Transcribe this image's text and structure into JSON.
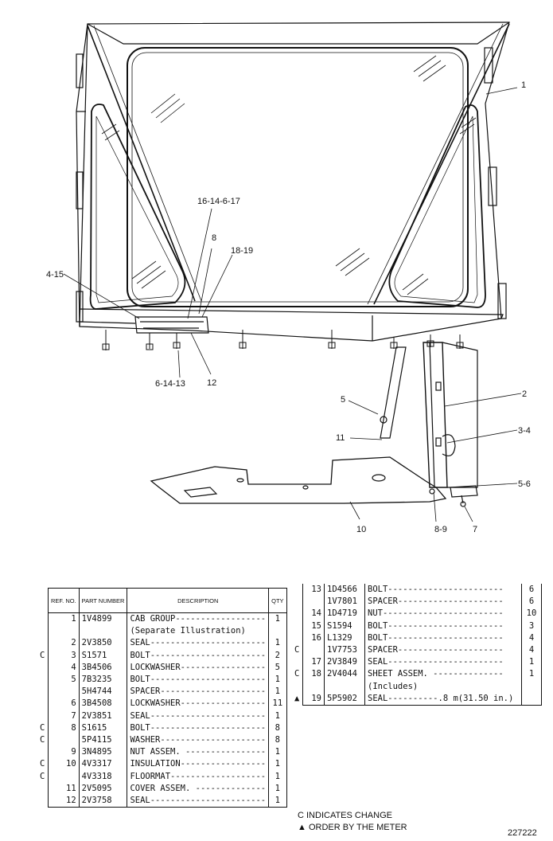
{
  "callouts": [
    {
      "id": "c1",
      "text": "1"
    },
    {
      "id": "c2",
      "text": "2"
    },
    {
      "id": "c34",
      "text": "3-4"
    },
    {
      "id": "c5",
      "text": "5"
    },
    {
      "id": "c56",
      "text": "5-6"
    },
    {
      "id": "c7",
      "text": "7"
    },
    {
      "id": "c8",
      "text": "8"
    },
    {
      "id": "c89",
      "text": "8-9"
    },
    {
      "id": "c10",
      "text": "10"
    },
    {
      "id": "c11",
      "text": "11"
    },
    {
      "id": "c12",
      "text": "12"
    },
    {
      "id": "c415",
      "text": "4-15"
    },
    {
      "id": "c161461",
      "text": "16-14-6-17"
    },
    {
      "id": "c1819",
      "text": "18-19"
    },
    {
      "id": "c61413",
      "text": "6-14-13"
    }
  ],
  "table_headers": {
    "ref": "REF. NO.",
    "part": "PART NUMBER",
    "desc": "DESCRIPTION",
    "qty": "QTY"
  },
  "left_rows": [
    {
      "mark": "",
      "ref": "1",
      "part": "1V4899",
      "desc": "CAB GROUP------------------",
      "qty": "1"
    },
    {
      "mark": "",
      "ref": "",
      "part": "",
      "desc": "     (Separate Illustration)",
      "qty": ""
    },
    {
      "mark": "",
      "ref": "2",
      "part": "2V3850",
      "desc": "SEAL-----------------------",
      "qty": "1"
    },
    {
      "mark": "C",
      "ref": "3",
      "part": "S1571",
      "desc": "BOLT-----------------------",
      "qty": "2"
    },
    {
      "mark": "",
      "ref": "4",
      "part": "3B4506",
      "desc": "LOCKWASHER-----------------",
      "qty": "5"
    },
    {
      "mark": "",
      "ref": "5",
      "part": "7B3235",
      "desc": "BOLT-----------------------",
      "qty": "1"
    },
    {
      "mark": "",
      "ref": "",
      "part": "5H4744",
      "desc": "SPACER---------------------",
      "qty": "1"
    },
    {
      "mark": "",
      "ref": "6",
      "part": "3B4508",
      "desc": "LOCKWASHER-----------------",
      "qty": "11"
    },
    {
      "mark": "",
      "ref": "7",
      "part": "2V3851",
      "desc": "SEAL-----------------------",
      "qty": "1"
    },
    {
      "mark": "C",
      "ref": "8",
      "part": "S1615",
      "desc": "BOLT-----------------------",
      "qty": "8"
    },
    {
      "mark": "C",
      "ref": "",
      "part": "5P4115",
      "desc": "WASHER---------------------",
      "qty": "8"
    },
    {
      "mark": "",
      "ref": "9",
      "part": "3N4895",
      "desc": "NUT ASSEM. ----------------",
      "qty": "1"
    },
    {
      "mark": "C",
      "ref": "10",
      "part": "4V3317",
      "desc": "INSULATION-----------------",
      "qty": "1"
    },
    {
      "mark": "C",
      "ref": "",
      "part": "4V3318",
      "desc": "FLOORMAT-------------------",
      "qty": "1"
    },
    {
      "mark": "",
      "ref": "11",
      "part": "2V5095",
      "desc": "COVER ASSEM. --------------",
      "qty": "1"
    },
    {
      "mark": "",
      "ref": "12",
      "part": "2V3758",
      "desc": "SEAL-----------------------",
      "qty": "1"
    }
  ],
  "right_rows": [
    {
      "mark": "",
      "ref": "13",
      "part": "1D4566",
      "desc": "BOLT-----------------------",
      "qty": "6"
    },
    {
      "mark": "",
      "ref": "",
      "part": "1V7801",
      "desc": "SPACER---------------------",
      "qty": "6"
    },
    {
      "mark": "",
      "ref": "14",
      "part": "1D4719",
      "desc": "NUT------------------------",
      "qty": "10"
    },
    {
      "mark": "",
      "ref": "15",
      "part": "S1594",
      "desc": "BOLT-----------------------",
      "qty": "3"
    },
    {
      "mark": "",
      "ref": "16",
      "part": "L1329",
      "desc": "BOLT-----------------------",
      "qty": "4"
    },
    {
      "mark": "C",
      "ref": "",
      "part": "1V7753",
      "desc": "SPACER---------------------",
      "qty": "4"
    },
    {
      "mark": "",
      "ref": "17",
      "part": "2V3849",
      "desc": "SEAL-----------------------",
      "qty": "1"
    },
    {
      "mark": "C",
      "ref": "18",
      "part": "2V4044",
      "desc": "SHEET ASSEM. --------------",
      "qty": "1"
    },
    {
      "mark": "",
      "ref": "",
      "part": "",
      "desc": "   (Includes)",
      "qty": ""
    },
    {
      "mark": "▲",
      "ref": "19",
      "part": "5P5902",
      "desc": "   SEAL----------.8 m(31.50 in.)",
      "qty": ""
    }
  ],
  "legend": {
    "line1": "C INDICATES CHANGE",
    "line2": "▲ ORDER BY THE METER"
  },
  "doc_number": "227222"
}
